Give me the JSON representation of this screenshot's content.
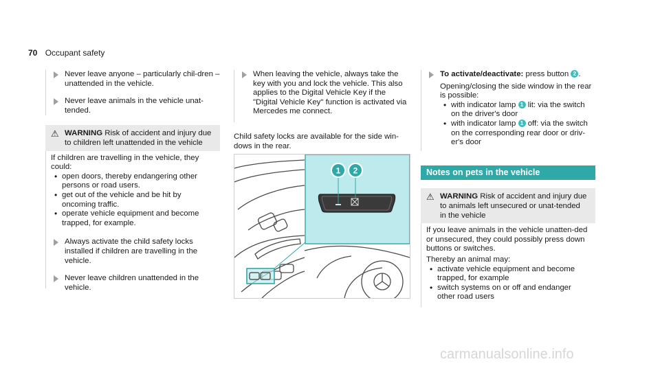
{
  "header": {
    "page_number": "70",
    "section_title": "Occupant safety"
  },
  "col1": {
    "instructions_top": [
      "Never leave anyone – particularly chil-dren – unattended in the vehicle.",
      "Never leave animals in the vehicle unat-tended."
    ],
    "warning": {
      "title": "WARNING",
      "lead": "Risk of accident and injury due to children left unattended in the vehicle",
      "intro": "If children are travelling in the vehicle, they could:",
      "bullets": [
        "open doors, thereby endangering other persons or road users.",
        "get out of the vehicle and be hit by oncoming traffic.",
        "operate vehicle equipment and become trapped, for example."
      ]
    },
    "instructions_bottom": [
      "Always activate the child safety locks installed if children are travelling in the vehicle.",
      "Never leave children unattended in the vehicle."
    ]
  },
  "col2": {
    "instruction": "When leaving the vehicle, always take the key with you and lock the vehicle. This also applies to the Digital Vehicle Key if the \"Digital Vehicle Key\" function is activated via Mercedes me connect.",
    "paragraph": "Child safety locks are available for the side win-dows in the rear.",
    "figure_callouts": [
      "1",
      "2"
    ]
  },
  "col3": {
    "activate_label": "To activate/deactivate:",
    "activate_text": "press button",
    "activate_num": "2",
    "opening_text": "Opening/closing the side window in the rear is possible:",
    "bullets": [
      {
        "pre": "with indicator lamp",
        "num": "1",
        "post": "lit: via the switch on the driver's door"
      },
      {
        "pre": "with indicator lamp",
        "num": "1",
        "post": "off: via the switch on the corresponding rear door or driv-er's door"
      }
    ],
    "notes_heading": "Notes on pets in the vehicle",
    "warning": {
      "title": "WARNING",
      "lead": "Risk of accident and injury due to animals left unsecured or unat-tended in the vehicle",
      "p1": "If you leave animals in the vehicle unatten-ded or unsecured, they could possibly press down buttons or switches.",
      "p2": "Thereby an animal may:",
      "bullets": [
        "activate vehicle equipment and become trapped, for example",
        "switch systems on or off and endanger other road users"
      ]
    }
  },
  "footer": {
    "watermark": "carmanualsonline.info"
  },
  "colors": {
    "accent": "#2fa8a8",
    "highlight": "#bdebed",
    "warning_bg": "#e9e9e9"
  }
}
